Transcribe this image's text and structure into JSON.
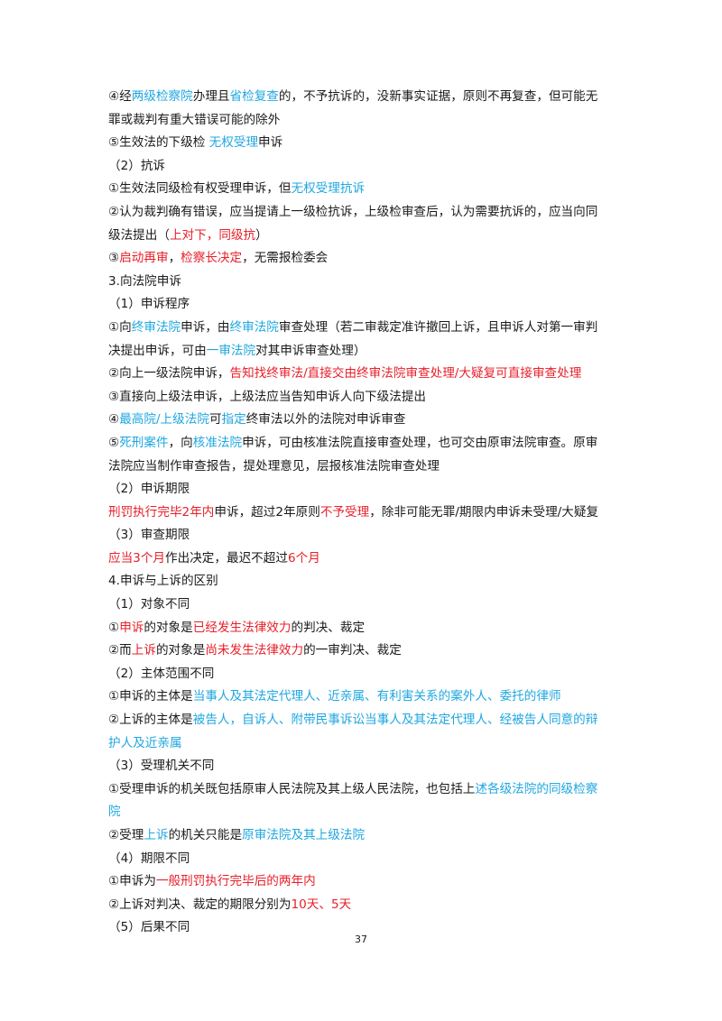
{
  "page": {
    "number": "37",
    "lines": [
      {
        "segments": [
          {
            "t": "④经"
          },
          {
            "t": "两级检察院",
            "c": "blue"
          },
          {
            "t": "办理且"
          },
          {
            "t": "省检复查",
            "c": "blue"
          },
          {
            "t": "的，不予抗诉的，没新事实证据，原则不再复查，但可能无"
          }
        ]
      },
      {
        "segments": [
          {
            "t": "罪或裁判有重大错误可能的除外"
          }
        ]
      },
      {
        "segments": [
          {
            "t": "⑤生效法的下级检 "
          },
          {
            "t": "无权受理",
            "c": "blue"
          },
          {
            "t": "申诉"
          }
        ]
      },
      {
        "segments": [
          {
            "t": "（2）抗诉"
          }
        ]
      },
      {
        "segments": [
          {
            "t": "①生效法同级检有权受理申诉，但"
          },
          {
            "t": "无权受理抗诉",
            "c": "blue"
          }
        ]
      },
      {
        "segments": [
          {
            "t": "②认为裁判确有错误，应当提请上一级检抗诉，上级检审查后，认为需要抗诉的，应当向同"
          }
        ]
      },
      {
        "segments": [
          {
            "t": "级法提出（"
          },
          {
            "t": "上对下，同级抗",
            "c": "red"
          },
          {
            "t": "）"
          }
        ]
      },
      {
        "segments": [
          {
            "t": "③"
          },
          {
            "t": "启动再审",
            "c": "red"
          },
          {
            "t": "，"
          },
          {
            "t": "检察长决定",
            "c": "red"
          },
          {
            "t": "，无需报检委会"
          }
        ]
      },
      {
        "segments": [
          {
            "t": "3.向法院申诉"
          }
        ]
      },
      {
        "segments": [
          {
            "t": "（1）申诉程序"
          }
        ]
      },
      {
        "segments": [
          {
            "t": "①向"
          },
          {
            "t": "终审法院",
            "c": "blue"
          },
          {
            "t": "申诉，由"
          },
          {
            "t": "终审法院",
            "c": "blue"
          },
          {
            "t": "审查处理（若二审裁定准许撤回上诉，且申诉人对第一审判"
          }
        ]
      },
      {
        "segments": [
          {
            "t": "决提出申诉，可由"
          },
          {
            "t": "一审法院",
            "c": "blue"
          },
          {
            "t": "对其申诉审查处理）"
          }
        ]
      },
      {
        "segments": [
          {
            "t": "②向上一级法院申诉，"
          },
          {
            "t": "告知找终审法/直接交由终审法院审查处理/大疑复可直接审查处理",
            "c": "red"
          }
        ]
      },
      {
        "segments": [
          {
            "t": "③直接向上级法申诉，上级法应当告知申诉人向下级法提出"
          }
        ]
      },
      {
        "segments": [
          {
            "t": "④"
          },
          {
            "t": "最高院/上级法院",
            "c": "blue"
          },
          {
            "t": "可"
          },
          {
            "t": "指定",
            "c": "blue"
          },
          {
            "t": "终审法以外的法院对申诉审查"
          }
        ]
      },
      {
        "segments": [
          {
            "t": "⑤"
          },
          {
            "t": "死刑案件",
            "c": "blue"
          },
          {
            "t": "，向"
          },
          {
            "t": "核准法院",
            "c": "blue"
          },
          {
            "t": "申诉，可由核准法院直接审查处理，也可交由原审法院审查。原审"
          }
        ]
      },
      {
        "segments": [
          {
            "t": "法院应当制作审查报告，提处理意见，层报核准法院审查处理"
          }
        ]
      },
      {
        "segments": [
          {
            "t": "（2）申诉期限"
          }
        ]
      },
      {
        "segments": [
          {
            "t": "刑罚执行完毕2年内",
            "c": "red"
          },
          {
            "t": "申诉，超过2年原则"
          },
          {
            "t": "不予受理",
            "c": "red"
          },
          {
            "t": "，除非可能无罪/期限内申诉未受理/大疑复"
          }
        ]
      },
      {
        "segments": [
          {
            "t": "（3）审查期限"
          }
        ]
      },
      {
        "segments": [
          {
            "t": "应当3个月",
            "c": "red"
          },
          {
            "t": "作出决定，最迟不超过"
          },
          {
            "t": "6个月",
            "c": "red"
          }
        ]
      },
      {
        "segments": [
          {
            "t": "4.申诉与上诉的区别"
          }
        ]
      },
      {
        "segments": [
          {
            "t": "（1）对象不同"
          }
        ]
      },
      {
        "segments": [
          {
            "t": "①"
          },
          {
            "t": "申诉",
            "c": "red"
          },
          {
            "t": "的对象是"
          },
          {
            "t": "已经发生法律效力",
            "c": "red"
          },
          {
            "t": "的判决、裁定"
          }
        ]
      },
      {
        "segments": [
          {
            "t": "②而"
          },
          {
            "t": "上诉",
            "c": "red"
          },
          {
            "t": "的对象是"
          },
          {
            "t": "尚未发生法律效力",
            "c": "red"
          },
          {
            "t": "的一审判决、裁定"
          }
        ]
      },
      {
        "segments": [
          {
            "t": "（2）主体范围不同"
          }
        ]
      },
      {
        "segments": [
          {
            "t": "①申诉的主体是"
          },
          {
            "t": "当事人及其法定代理人、近亲属、有利害关系的案外人、委托的律师",
            "c": "blue"
          }
        ]
      },
      {
        "segments": [
          {
            "t": "②上诉的主体是"
          },
          {
            "t": "被告人，自诉人、附带民事诉讼当事人及其法定代理人、经被告人同意的辩",
            "c": "blue"
          }
        ]
      },
      {
        "segments": [
          {
            "t": "护人及近亲属",
            "c": "blue"
          }
        ]
      },
      {
        "segments": [
          {
            "t": "（3）受理机关不同"
          }
        ]
      },
      {
        "segments": [
          {
            "t": "①受理申诉的机关既包括原审人民法院及其上级人民法院，也包括上"
          },
          {
            "t": "述各级法院的同级检察",
            "c": "blue"
          }
        ]
      },
      {
        "segments": [
          {
            "t": "院",
            "c": "blue"
          }
        ]
      },
      {
        "segments": [
          {
            "t": "②受理"
          },
          {
            "t": "上诉",
            "c": "blue"
          },
          {
            "t": "的机关只能是"
          },
          {
            "t": "原审法院及其上级法院",
            "c": "blue"
          }
        ]
      },
      {
        "segments": [
          {
            "t": "（4）期限不同"
          }
        ]
      },
      {
        "segments": [
          {
            "t": "①申诉为"
          },
          {
            "t": "一般刑罚执行完毕后的两年内",
            "c": "red"
          }
        ]
      },
      {
        "segments": [
          {
            "t": "②上诉对判决、裁定的期限分别为"
          },
          {
            "t": "10天、5天",
            "c": "red"
          }
        ]
      },
      {
        "segments": [
          {
            "t": "（5）后果不同"
          }
        ]
      }
    ]
  },
  "colors": {
    "text": "#1a1a1a",
    "red": "#e8202a",
    "blue": "#1fa7e0"
  }
}
